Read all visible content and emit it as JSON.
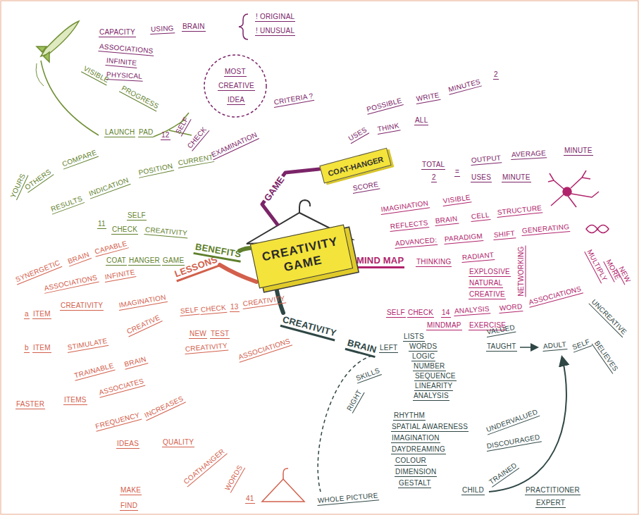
{
  "diagram": {
    "nodes": [
      {
        "text": [
          "CREATIVITY GAME"
        ]
      },
      {
        "text": [
          "COAT-HANGER"
        ]
      }
    ],
    "edges": [
      {
        "from": 0,
        "to": 1,
        "arrow": "none",
        "label": "GAME"
      }
    ],
    "labels": [
      "CAPACITY",
      "USING",
      "BRAIN",
      "! ORIGINAL",
      "! UNUSUAL",
      "ASSOCIATIONS",
      "INFINITE",
      "PHYSICAL",
      "MOST",
      "CREATIVE",
      "IDEA",
      "CRITERIA ?",
      "12",
      "SELF",
      "CHECK",
      "EXAMINATION",
      "USES",
      "POSSIBLE",
      "THINK",
      "ALL",
      "WRITE",
      "MINUTES",
      "2",
      "SCORE",
      "TOTAL",
      "2",
      "=",
      "OUTPUT",
      "AVERAGE",
      "MINUTE",
      "USES",
      "MINUTE",
      "MIND MAP",
      "IMAGINATION",
      "VISIBLE",
      "REFLECTS",
      "BRAIN",
      "CELL",
      "STRUCTURE",
      "ADVANCED:",
      "PARADIGM",
      "SHIFT",
      "GENERATING",
      "THINKING",
      "RADIANT",
      "EXPLOSIVE",
      "NATURAL",
      "CREATIVE",
      "NETWORKING",
      "SELF",
      "CHECK",
      "14",
      "ANALYSIS",
      "WORD",
      "ASSOCIATIONS",
      "MINDMAP",
      "EXERCISE",
      "MULTIPLY",
      "MORE",
      "NEW",
      "CREATIVITY",
      "BRAIN",
      "LEFT",
      "LISTS",
      "WORDS",
      "LOGIC",
      "NUMBER",
      "SEQUENCE",
      "LINEARITY",
      "ANALYSIS",
      "SKILLS",
      "RIGHT",
      "RHYTHM",
      "SPATIAL AWARENESS",
      "IMAGINATION",
      "DAYDREAMING",
      "COLOUR",
      "DIMENSION",
      "GESTALT",
      "WHOLE PICTURE",
      "VALUED",
      "TAUGHT",
      "ADULT",
      "SELF",
      "BELIEVES",
      "UNCREATIVE",
      "UNDERVALUED",
      "DISCOURAGED",
      "CHILD",
      "TRAINED",
      "PRACTITIONER",
      "EXPERT",
      "LESSONS",
      "SYNERGETIC",
      "BRAIN",
      "CAPABLE",
      "ASSOCIATIONS",
      "INFINITE",
      "CREATIVITY",
      "IMAGINATION",
      "CREATIVE",
      "a",
      "ITEM",
      "b",
      "ITEM",
      "STIMULATE",
      "SELF",
      "CHECK",
      "13",
      "CREATIVITY",
      "TRAINABLE",
      "BRAIN",
      "NEW",
      "TEST",
      "CREATIVITY",
      "ASSOCIATIONS",
      "FASTER",
      "ITEMS",
      "ASSOCIATES",
      "FREQUENCY",
      "INCREASES",
      "IDEAS",
      "QUALITY",
      "MAKE",
      "FIND",
      "COATHANGER",
      "WORDS",
      "41",
      "BENEFITS",
      "11",
      "SELF",
      "CHECK",
      "CREATIVITY",
      "COAT",
      "HANGER",
      "GAME",
      "RESULTS",
      "INDICATION",
      "POSITION",
      "CURRENT",
      "YOURS",
      "OTHERS",
      "COMPARE",
      "LAUNCH",
      "PAD",
      "VISIBLE",
      "PROGRESS"
    ]
  }
}
